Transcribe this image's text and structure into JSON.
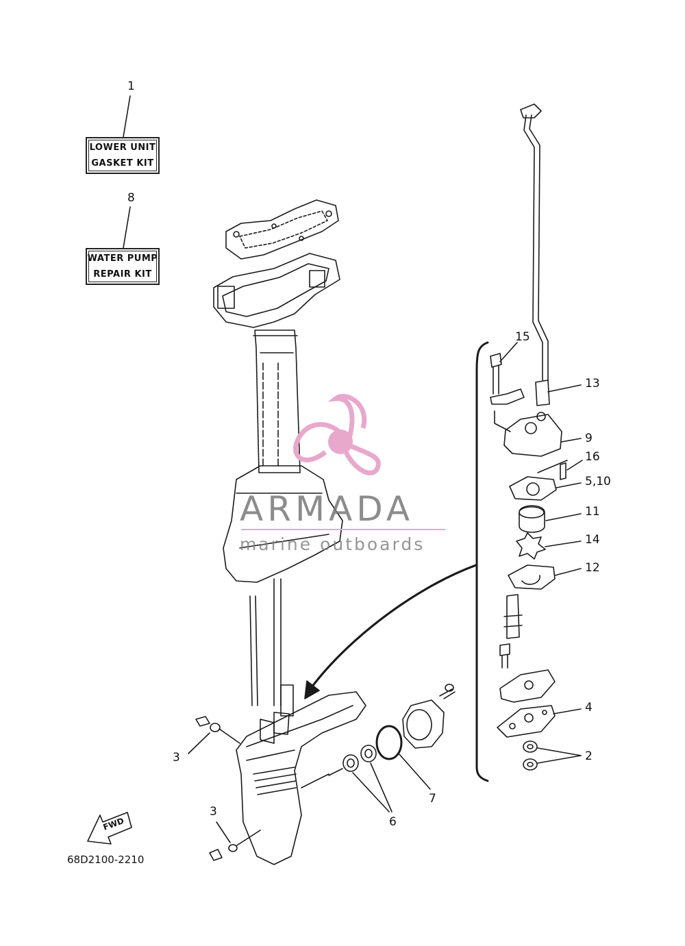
{
  "kits": {
    "lower_unit": {
      "line1": "LOWER UNIT",
      "line2": "GASKET KIT"
    },
    "water_pump": {
      "line1": "WATER PUMP",
      "line2": "REPAIR KIT"
    }
  },
  "callouts": {
    "c1": "1",
    "c2": "2",
    "c3a": "3",
    "c3b": "3",
    "c4": "4",
    "c510": "5,10",
    "c6": "6",
    "c7": "7",
    "c8": "8",
    "c9": "9",
    "c11": "11",
    "c12": "12",
    "c13": "13",
    "c14": "14",
    "c15": "15",
    "c16": "16"
  },
  "fwd_label": "FWD",
  "diagram_code": "68D2100-2210",
  "watermark": {
    "name": "ARMADA",
    "tagline": "marine outboards",
    "color": "#e8a8cc"
  },
  "colors": {
    "line": "#1a1a1a",
    "accent": "#e8a8cc"
  }
}
